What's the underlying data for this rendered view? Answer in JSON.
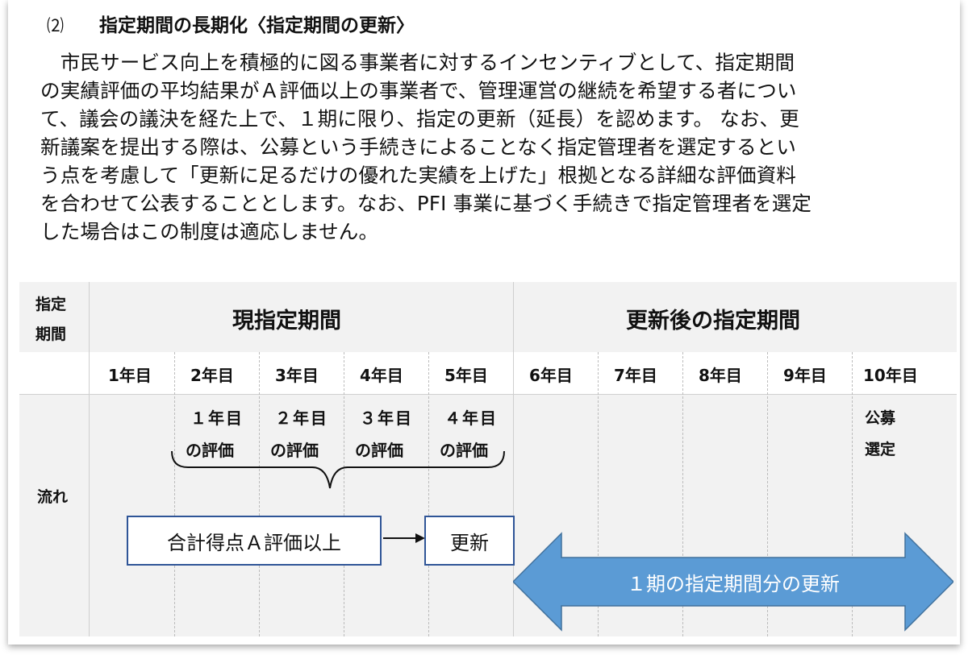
{
  "heading": {
    "number": "⑵",
    "title": "指定期間の長期化〈指定期間の更新〉"
  },
  "paragraph": [
    "　市民サービス向上を積極的に図る事業者に対するインセンティブとして、指定期間",
    "の実績評価の平均結果がＡ評価以上の事業者で、管理運営の継続を希望する者につい",
    "て、議会の議決を経た上で、１期に限り、指定の更新（延長）を認めます。 なお、更",
    "新議案を提出する際は、公募という手続きによることなく指定管理者を選定するとい",
    "う点を考慮して「更新に足るだけの優れた実績を上げた」根拠となる詳細な評価資料",
    "を合わせて公表することとします。なお、PFI 事業に基づく手続きで指定管理者を選定",
    "した場合はこの制度は適応しません。"
  ],
  "table": {
    "corner_label_1": "指定",
    "corner_label_2": "期間",
    "current_period": "現指定期間",
    "renewed_period": "更新後の指定期間",
    "years": [
      "1年目",
      "2年目",
      "3年目",
      "4年目",
      "5年目",
      "6年目",
      "7年目",
      "8年目",
      "9年目",
      "10年目"
    ],
    "evaluations": [
      {
        "l1": "１年目",
        "l2": "の評価"
      },
      {
        "l1": "２年目",
        "l2": "の評価"
      },
      {
        "l1": "３年目",
        "l2": "の評価"
      },
      {
        "l1": "４年目",
        "l2": "の評価"
      }
    ],
    "flow_label": "流れ",
    "recruit_1": "公募",
    "recruit_2": "選定",
    "score_box": "合計得点Ａ評価以上",
    "renew_box": "更新",
    "arrow_label": "１期の指定期間分の更新"
  },
  "colors": {
    "arrow_fill": "#5b9bd5",
    "box_border": "#2f5597"
  }
}
